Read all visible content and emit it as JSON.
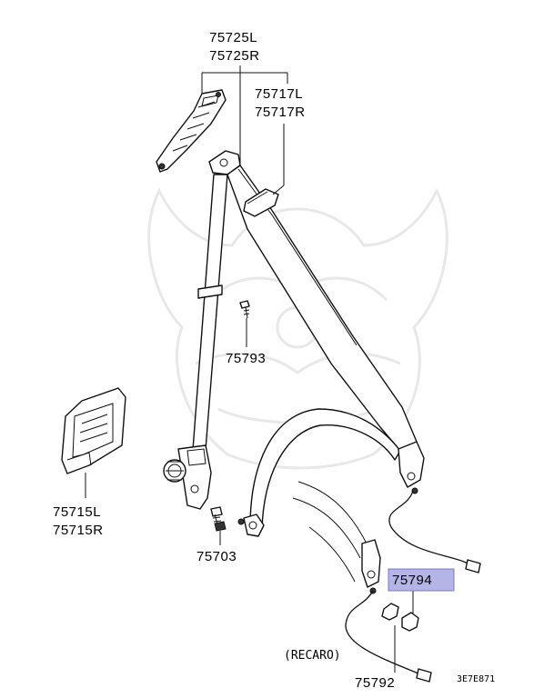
{
  "labels": {
    "upper_anchor_cover": [
      "75725L",
      "75725R"
    ],
    "webbing_guide": [
      "75717L",
      "75717R"
    ],
    "screw": "75793",
    "retractor_cover": [
      "75715L",
      "75715R"
    ],
    "anchor_bolt": "75703",
    "highlighted_part": "75794",
    "buckle_part": "75792",
    "variant_note": "(RECARO)",
    "figure_code": "3E7E871"
  },
  "colors": {
    "highlight_fill": "#b4b4e6",
    "highlight_border": "#7a7ac8",
    "line": "#111111"
  }
}
